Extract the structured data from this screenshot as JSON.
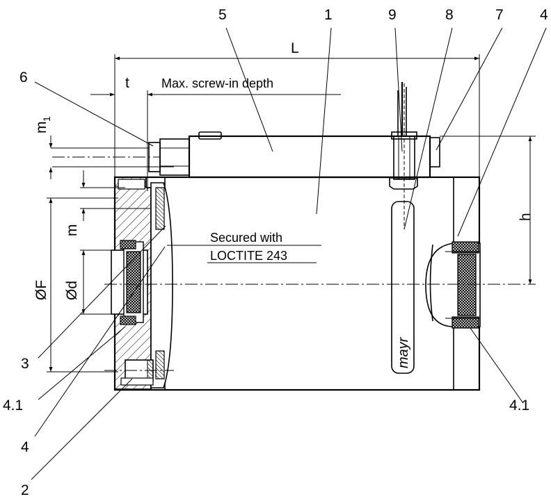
{
  "callouts": {
    "n1": "1",
    "n2": "2",
    "n3": "3",
    "n4_top": "4",
    "n4_bottom": "4",
    "n4_1_left": "4.1",
    "n4_1_right": "4.1",
    "n5": "5",
    "n6": "6",
    "n7": "7",
    "n8": "8",
    "n9": "9"
  },
  "dimensions": {
    "L": "L",
    "t": "t",
    "max_screw_depth": "Max. screw-in depth",
    "m1_base": "m",
    "m1_sub": "1",
    "m": "m",
    "phi_F": "ØF",
    "phi_d": "Ød",
    "h": "h"
  },
  "notes": {
    "secured_line1": "Secured with",
    "secured_line2": "LOCTITE 243"
  },
  "brand": "mayr"
}
